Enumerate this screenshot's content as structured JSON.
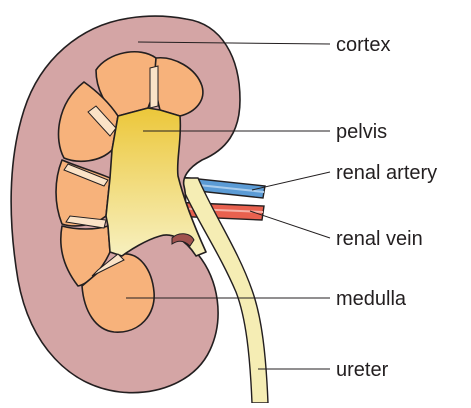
{
  "labels": {
    "cortex": "cortex",
    "pelvis": "pelvis",
    "renal_artery": "renal artery",
    "renal_vein": "renal vein",
    "medulla": "medulla",
    "ureter": "ureter"
  },
  "colors": {
    "cortex": "#d4a5a5",
    "medulla": "#f7b27b",
    "pelvis_top": "#ecc73a",
    "pelvis_bottom": "#f7f0bf",
    "ureter": "#f5edb4",
    "artery": "#5b9bd5",
    "vein": "#e8614f",
    "outline": "#231f20"
  }
}
